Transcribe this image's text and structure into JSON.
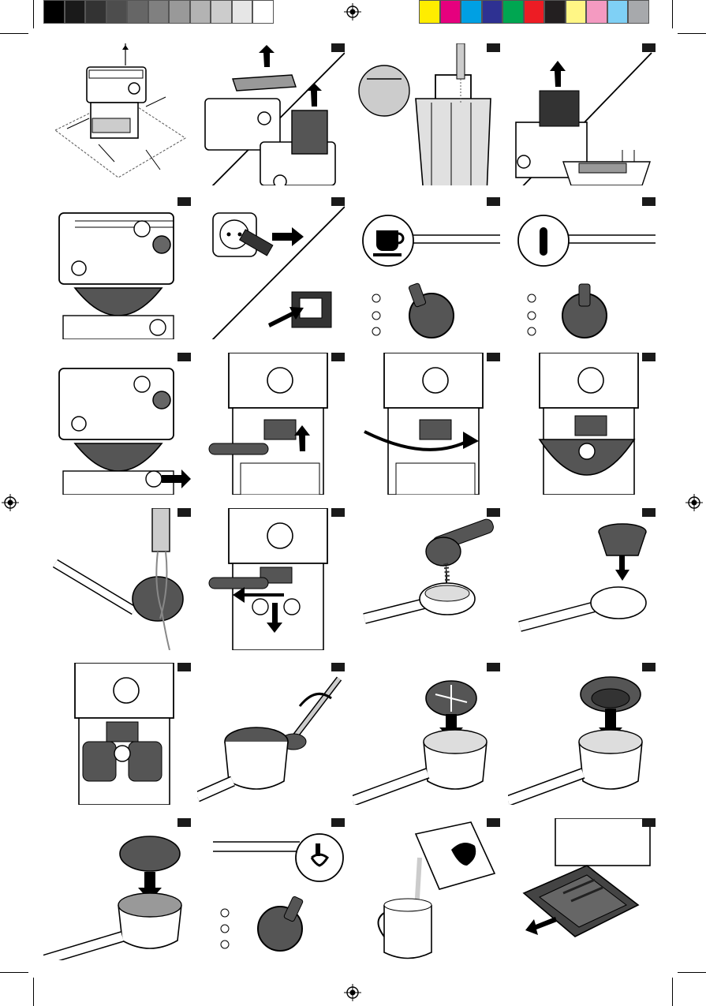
{
  "color_bar": {
    "grays": [
      "#000000",
      "#1a1a1a",
      "#333333",
      "#4d4d4d",
      "#666666",
      "#808080",
      "#999999",
      "#b3b3b3",
      "#cccccc",
      "#e6e6e6",
      "#ffffff"
    ],
    "process": [
      "#ffed00",
      "#e6007e",
      "#00a0e3",
      "#2e3192",
      "#00a651",
      "#ed1c24",
      "#231f20",
      "#fff685",
      "#f49ac1",
      "#7fd0f5",
      "#a7a9ac"
    ]
  },
  "icons": {
    "power": "power-icon",
    "steam": "steam-icon",
    "coffee": "coffee-cup-icon"
  },
  "panels": [
    {
      "name": "machine-clearance"
    },
    {
      "name": "remove-lid-tank"
    },
    {
      "name": "fill-water-tank"
    },
    {
      "name": "insert-tank"
    },
    {
      "name": "steam-knob-bowl"
    },
    {
      "name": "plug-in-switch"
    },
    {
      "name": "dial-coffee"
    },
    {
      "name": "dial-on"
    },
    {
      "name": "steam-off-bowl"
    },
    {
      "name": "insert-holder"
    },
    {
      "name": "lock-holder"
    },
    {
      "name": "brew-into-bowl"
    },
    {
      "name": "rinse-holder"
    },
    {
      "name": "remove-holder"
    },
    {
      "name": "scoop-ground-coffee"
    },
    {
      "name": "insert-filter"
    },
    {
      "name": "brew-two-cups"
    },
    {
      "name": "empty-grounds"
    },
    {
      "name": "pod-holder"
    },
    {
      "name": "pod-filter"
    },
    {
      "name": "pod-insert"
    },
    {
      "name": "steam-position"
    },
    {
      "name": "pour-milk"
    },
    {
      "name": "remove-drip-tray"
    }
  ]
}
